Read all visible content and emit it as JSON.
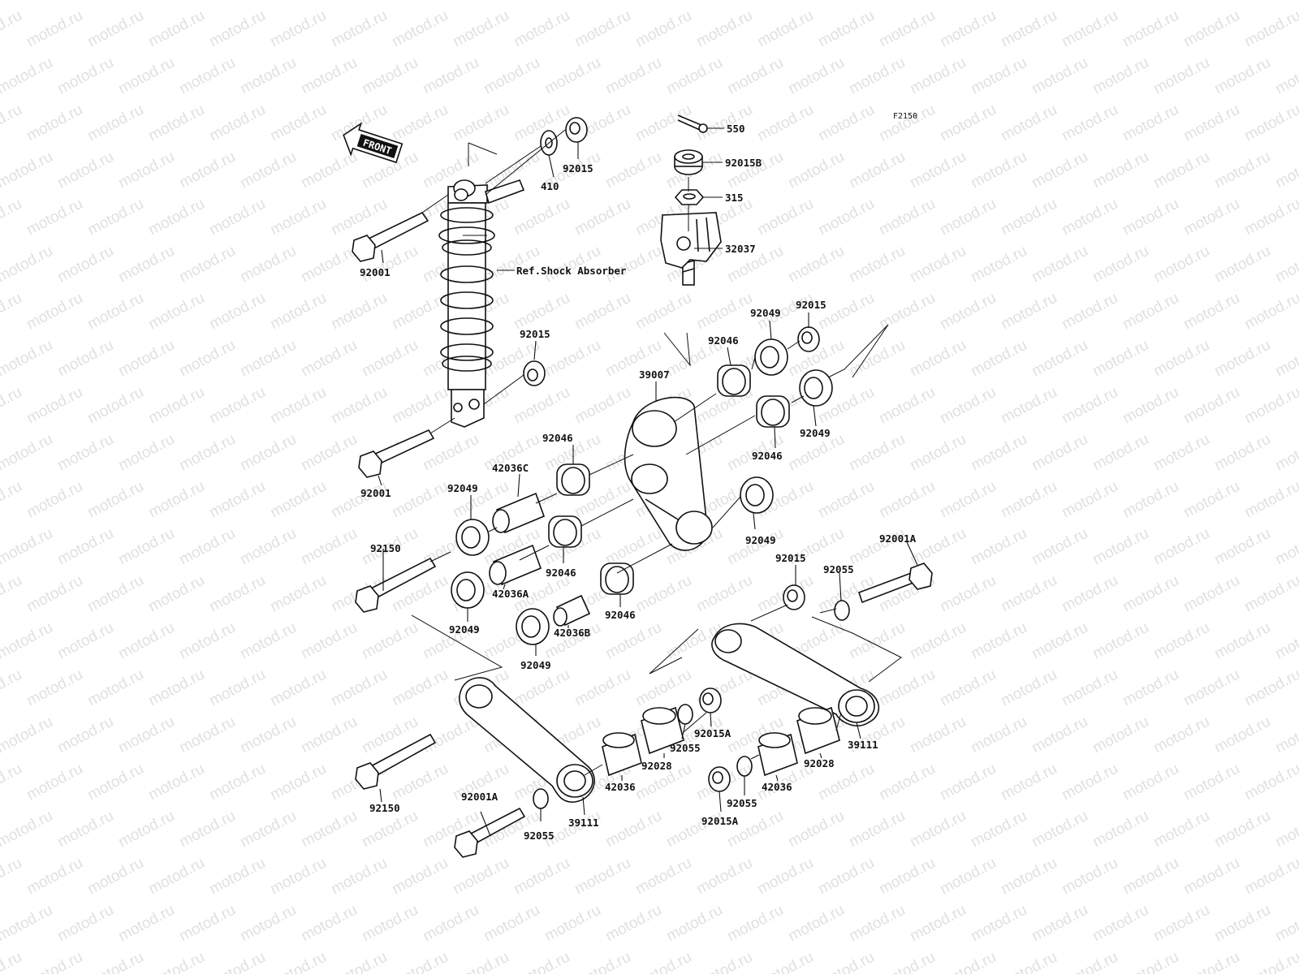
{
  "figure_code": "F2150",
  "front_label": "FRONT",
  "ref_label": "Ref.Shock Absorber",
  "watermark_text": "motod.ru",
  "colors": {
    "line": "#111111",
    "background": "#ffffff",
    "watermark": "#c8c8c8"
  },
  "parts": {
    "p550": "550",
    "p92015B": "92015B",
    "p315": "315",
    "p32037": "32037",
    "p410": "410",
    "p92015_top": "92015",
    "p92001_top": "92001",
    "p92015_shock": "92015",
    "p92015_right": "92015",
    "p92049_r1": "92049",
    "p92046_r1": "92046",
    "p39007": "39007",
    "p92049_r2": "92049",
    "p92046_r2": "92046",
    "p92046_mid": "92046",
    "p42036C": "42036C",
    "p92001_mid": "92001",
    "p92049_left": "92049",
    "p92049_center": "92049",
    "p92150_top": "92150",
    "p92046_low": "92046",
    "p42036A": "42036A",
    "p92046_low2": "92046",
    "p92049_low": "92049",
    "p42036B": "42036B",
    "p92049_bottom": "92049",
    "p92015_low": "92015",
    "p92055_r": "92055",
    "p92001A_r": "92001A",
    "p92015A_c": "92015A",
    "p92055_c": "92055",
    "p92028_c": "92028",
    "p42036_c": "42036",
    "p92028_r": "92028",
    "p39111_r": "39111",
    "p42036_r": "42036",
    "p92055_b": "92055",
    "p92015A_b": "92015A",
    "p92150_bottom": "92150",
    "p92001A_b": "92001A",
    "p92055_bl": "92055",
    "p39111_l": "39111"
  }
}
